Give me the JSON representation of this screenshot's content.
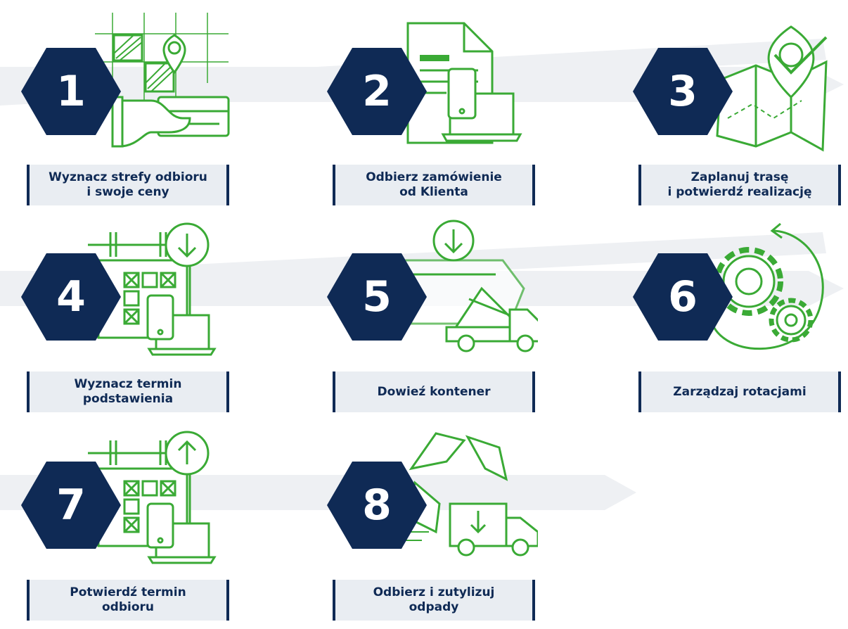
{
  "colors": {
    "navy": "#0f2a55",
    "green": "#3aaa35",
    "label_bg": "#e9edf2",
    "arrow_bg": "#eef0f3"
  },
  "steps": [
    {
      "number": "1",
      "label": "Wyznacz strefy odbioru\ni swoje ceny",
      "icon": "map-zones-card-icon"
    },
    {
      "number": "2",
      "label": "Odbierz zamówienie\nod Klienta",
      "icon": "order-document-devices-icon"
    },
    {
      "number": "3",
      "label": "Zaplanuj trasę\ni potwierdź realizację",
      "icon": "route-map-check-icon"
    },
    {
      "number": "4",
      "label": "Wyznacz termin\npodstawienia",
      "icon": "calendar-down-devices-icon"
    },
    {
      "number": "5",
      "label": "Dowieź kontener",
      "icon": "truck-container-delivery-icon"
    },
    {
      "number": "6",
      "label": "Zarządzaj rotacjami",
      "icon": "gears-rotation-icon"
    },
    {
      "number": "7",
      "label": "Potwierdź termin\nodbioru",
      "icon": "calendar-up-devices-icon"
    },
    {
      "number": "8",
      "label": "Odbierz i zutylizuj\nodpady",
      "icon": "recycle-truck-icon"
    }
  ]
}
